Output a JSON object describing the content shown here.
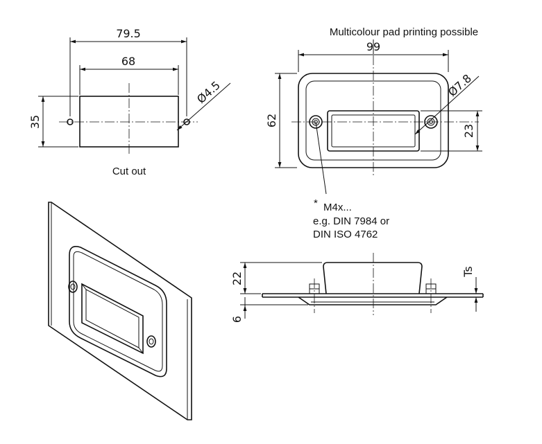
{
  "cutout": {
    "dim_overall": "79.5",
    "dim_width": "68",
    "dim_hole": "Ø4.5",
    "dim_height": "35",
    "label": "Cut out"
  },
  "front": {
    "note": "Multicolour pad printing possible",
    "dim_width": "99",
    "dim_height": "62",
    "dim_boss": "Ø7.8",
    "dim_slot": "23"
  },
  "screw_note": {
    "asterisk": "*",
    "line1": "M4x...",
    "line2": "e.g. DIN 7984 or",
    "line3": "DIN ISO 4762"
  },
  "side": {
    "dim_height": "22",
    "dim_depth": "6",
    "dim_ts": "Ts"
  }
}
